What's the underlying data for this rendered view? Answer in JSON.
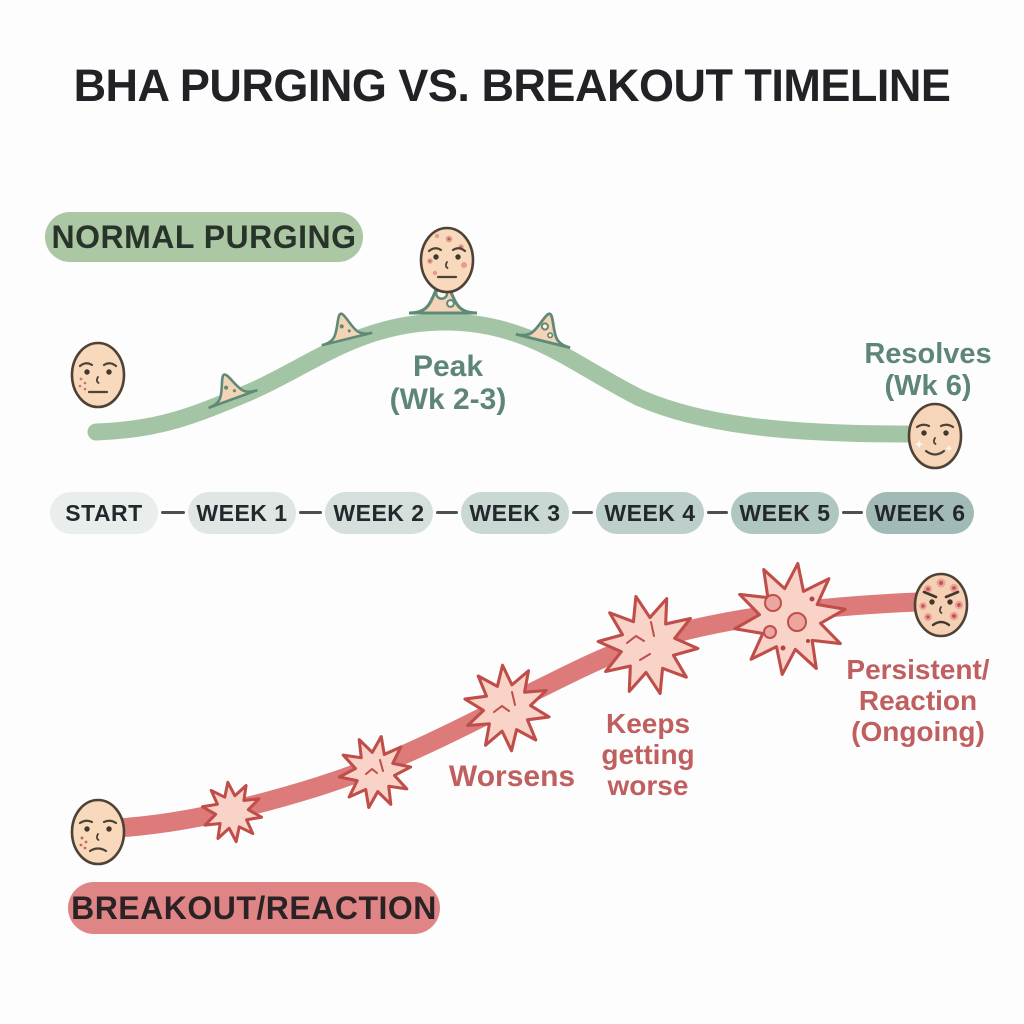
{
  "title": "BHA PURGING VS. BREAKOUT TIMELINE",
  "purging": {
    "badge_label": "NORMAL PURGING",
    "peak_label": "Peak\n(Wk 2-3)",
    "resolves_label": "Resolves\n(Wk 6)"
  },
  "breakout": {
    "badge_label": "BREAKOUT/REACTION",
    "worsens_label": "Worsens",
    "keeps_label": "Keeps\ngetting\nworse",
    "persistent_label": "Persistent/\nReaction\n(Ongoing)"
  },
  "timeline": {
    "items": [
      {
        "label": "START",
        "color": "#e9edeb"
      },
      {
        "label": "WEEK 1",
        "color": "#dfe6e3"
      },
      {
        "label": "WEEK 2",
        "color": "#d5dfdc"
      },
      {
        "label": "WEEK 3",
        "color": "#cad8d4"
      },
      {
        "label": "WEEK 4",
        "color": "#bdcfca"
      },
      {
        "label": "WEEK 5",
        "color": "#b0c6c0"
      },
      {
        "label": "WEEK 6",
        "color": "#a2bab5"
      }
    ]
  },
  "colors": {
    "purging_curve": "#a4c5a5",
    "purging_badge": "#abc7a4",
    "teal_text": "#5d8578",
    "breakout_curve": "#dc7b7a",
    "breakout_badge": "#e08585",
    "red_text": "#c05f5f",
    "title_text": "#202226"
  },
  "icons": {
    "purging_start_face": "face-mild-spots-icon",
    "purging_peak_face": "face-breakout-icon",
    "purging_resolved_face": "face-clear-smiling-icon",
    "purging_bump": "pimple-bump-icon",
    "breakout_start_face": "face-irritated-icon",
    "breakout_end_face": "face-angry-breakout-icon",
    "breakout_burst": "inflammation-burst-icon"
  }
}
